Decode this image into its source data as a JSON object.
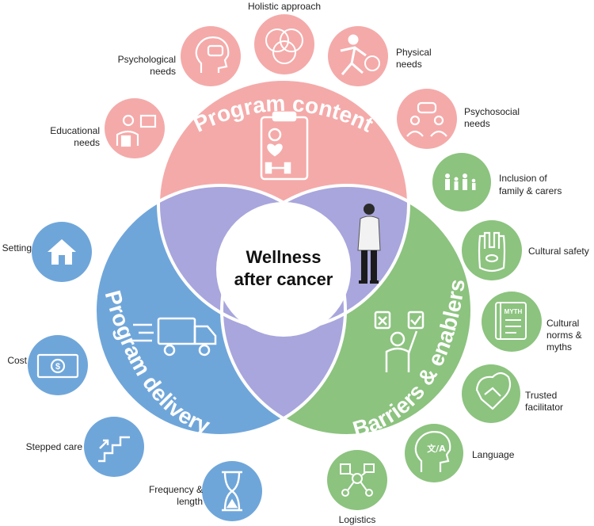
{
  "center": {
    "line1": "Wellness",
    "line2": "after cancer"
  },
  "sections": {
    "content": {
      "label": "Program content"
    },
    "delivery": {
      "label": "Program delivery"
    },
    "barriers": {
      "label": "Barriers & enablers"
    }
  },
  "colors": {
    "content": "#f4aaa9",
    "delivery": "#6fa6da",
    "barriers": "#8cc37f",
    "overlap": "#a8a6dc",
    "icon_stroke": "#ffffff"
  },
  "nodes": {
    "holistic": {
      "l1": "Holistic approach",
      "icon": "venn-icon"
    },
    "psychological": {
      "l1": "Psychological",
      "l2": "needs",
      "icon": "head-chat-icon"
    },
    "physical": {
      "l1": "Physical",
      "l2": "needs",
      "icon": "exercise-icon"
    },
    "educational": {
      "l1": "Educational",
      "l2": "needs",
      "icon": "teacher-icon"
    },
    "psychosocial": {
      "l1": "Psychosocial",
      "l2": "needs",
      "icon": "group-chat-icon"
    },
    "family": {
      "l1": "Inclusion of",
      "l2": "family & carers",
      "icon": "family-icon"
    },
    "cultural_safety": {
      "l1": "Cultural safety",
      "icon": "hamsa-icon"
    },
    "myths": {
      "l1": "Cultural",
      "l2": "norms &",
      "l3": "myths",
      "icon": "book-myth-icon",
      "badge": "MYTH"
    },
    "trusted": {
      "l1": "Trusted",
      "l2": "facilitator",
      "icon": "handshake-icon"
    },
    "language": {
      "l1": "Language",
      "icon": "translate-head-icon",
      "badge": "文/A"
    },
    "logistics": {
      "l1": "Logistics",
      "icon": "network-icon"
    },
    "frequency": {
      "l1": "Frequency &",
      "l2": "length",
      "icon": "hourglass-icon"
    },
    "stepped": {
      "l1": "Stepped care",
      "icon": "stairs-icon"
    },
    "cost": {
      "l1": "Cost",
      "icon": "money-icon"
    },
    "setting": {
      "l1": "Setting",
      "icon": "home-icon"
    }
  }
}
